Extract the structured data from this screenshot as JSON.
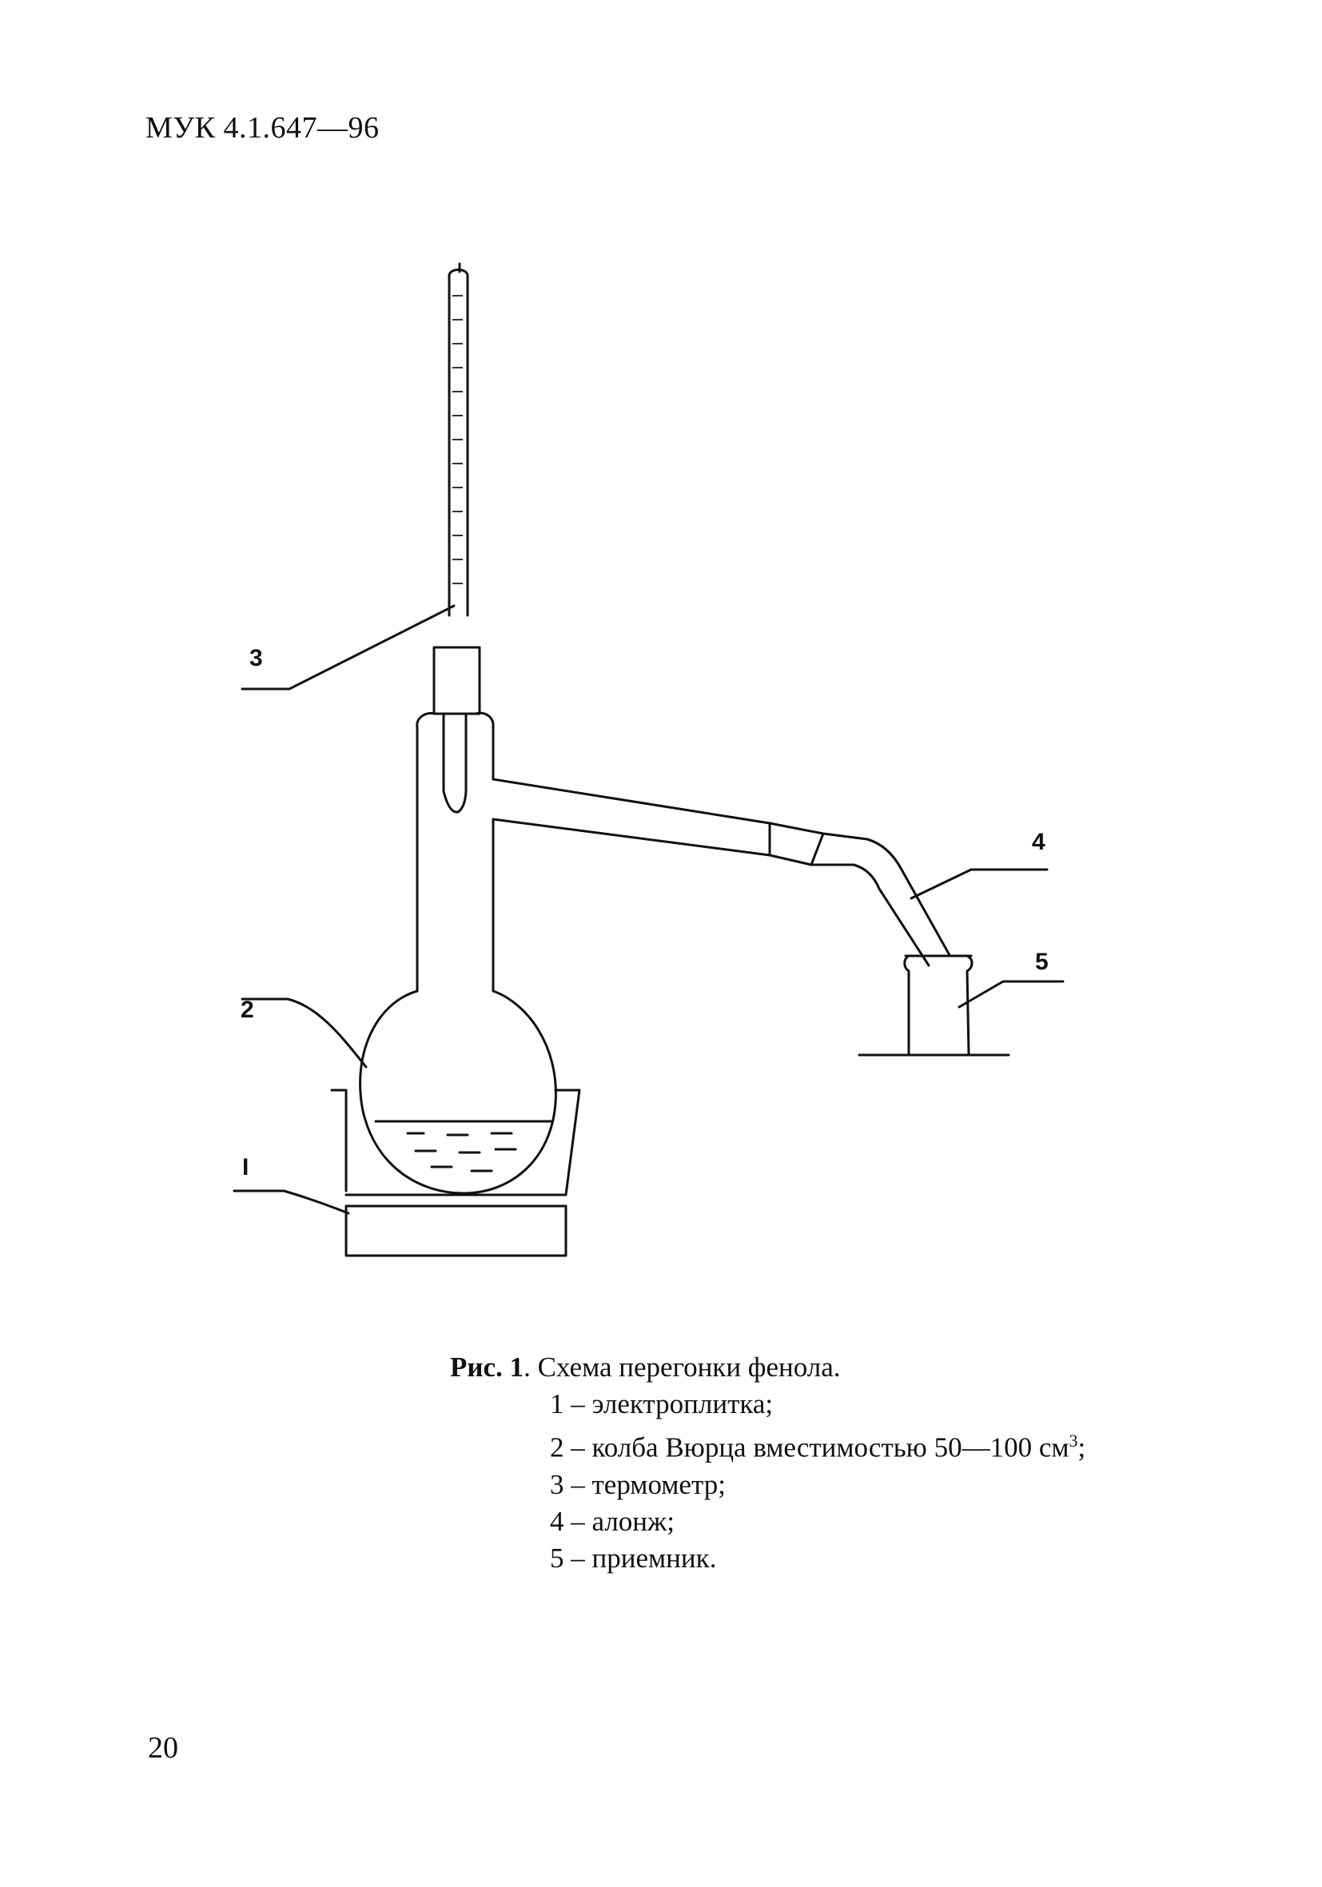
{
  "header": {
    "doc_code": "МУК 4.1.647—96"
  },
  "figure": {
    "labels": {
      "hotplate": "I",
      "flask": "2",
      "thermometer": "3",
      "adapter": "4",
      "receiver": "5"
    }
  },
  "caption": {
    "fig_label": "Рис. 1",
    "title": ". Схема перегонки фенола.",
    "legend": [
      "1 – электроплитка;",
      "2 – колба Вюрца вместимостью 50—100 см",
      "3 – термометр;",
      "4 – алонж;",
      "5 – приемник."
    ],
    "legend_sup": "3",
    "legend_sup_tail": ";"
  },
  "footer": {
    "page_number": "20"
  }
}
